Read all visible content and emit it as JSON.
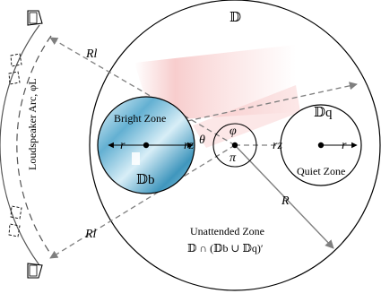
{
  "labels": {
    "region_main": "𝔻",
    "quiet_region": "𝔻q",
    "bright_region": "𝔻b",
    "bright_zone": "Bright Zone",
    "quiet_zone": "Quiet Zone",
    "unattended_zone": "Unattended Zone",
    "unattended_formula": "𝔻 ∩ (𝔻b ∪ 𝔻q)′",
    "arc_label": "Loudspeaker Arc, φL",
    "radius_big": "R",
    "radius_l_top": "Rl",
    "radius_l_bottom": "Rl",
    "r_bright": "r",
    "r_quiet": "r",
    "rz_left": "rz",
    "rz_right": "rz",
    "theta": "θ",
    "phi": "φ",
    "pi": "π"
  },
  "colors": {
    "zone_fill_light": "#e6f4fa",
    "zone_fill_dark": "#4a9ec4",
    "beam_glow": "#e98080",
    "arrow_gray": "#7f7f7f",
    "stroke": "#000000"
  }
}
